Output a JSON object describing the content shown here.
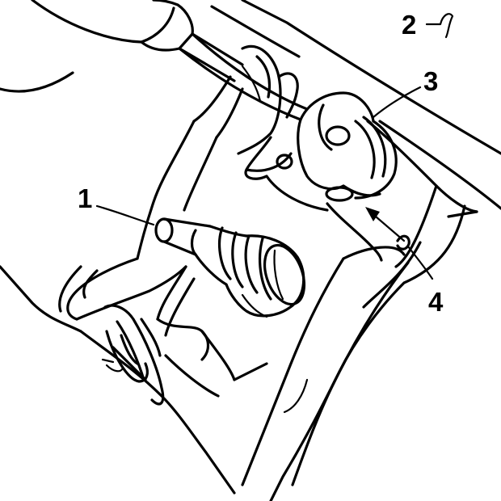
{
  "callouts": [
    {
      "id": "1",
      "label": "1"
    },
    {
      "id": "2",
      "label": "2"
    },
    {
      "id": "3",
      "label": "3"
    },
    {
      "id": "4",
      "label": "4"
    }
  ],
  "legend_symbol": "line-break-symbol"
}
